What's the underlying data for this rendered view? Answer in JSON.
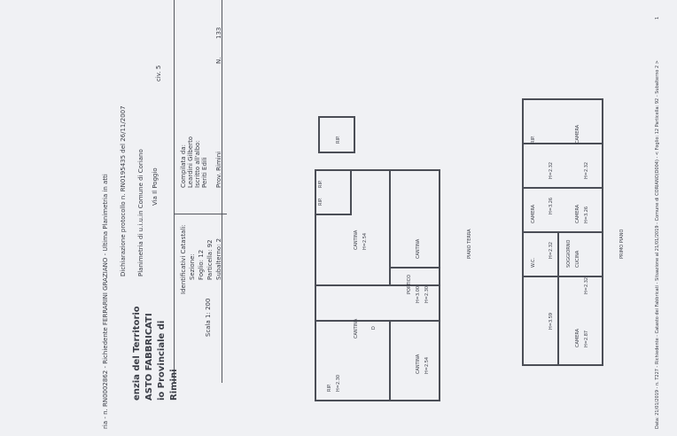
{
  "header": {
    "line1": "ria - n. RN0002862 - Richiedente FERRARINI GRAZIANO - Ultima Planimetria in atti",
    "line2": "Dichiarazione protocollo n. RN0195435 del 26/11/2007",
    "line3": "Planimetria di u.i.u.in Comune di Coriano",
    "line4": "Via Il Poggio",
    "civ": "civ. 5"
  },
  "agency": {
    "l1": "enzia del Territorio",
    "l2": "ASTO FABBRICATI",
    "l3": "io Provinciale di",
    "l4": "Rimini"
  },
  "cadastral": {
    "heading": "Identificativi Catastali:",
    "sezione": "Sezione:",
    "foglio": "Foglio: 12",
    "particella": "Particella: 92",
    "subalterno": "Subalterno: 2"
  },
  "compiler": {
    "l1": "Compilata da:",
    "l2": "Leardini Gilberto",
    "l3": "Iscritto all'albo:",
    "l4": "Periti Edili",
    "prov": "Prov. Rimini",
    "num_label": "N.",
    "num": "133"
  },
  "scale": "Scala 1: 200",
  "footer_line": "Data: 21/01/2019 - n. T227 - Richiedente - Catasto dei Fabbricati - Situazione al 21/01/2019 - Comune di CORIANO(D004) - < Foglio: 12 Particella: 92 - Subalterno 2 >",
  "footer_right": "dei Fabbricati - Situazione al 21/01/2019 - Comune di CORIANO(D004) - < Foglio: 12 Particella: 92 - Subalterno 2 >",
  "page_mark": "1",
  "ground_floor": {
    "title": "PIANO TERRA",
    "rooms": {
      "rip1": "RIP.",
      "rip2": "RIP.",
      "rip3": "RIP.",
      "cantina_a": "CANTINA",
      "cantina_a_h": "H=2.54",
      "cantina_b": "CANTINA",
      "cantina_c": "CANTINA",
      "cantina_c_h": "H=2.54",
      "cantina_d": "CANTINA",
      "portico": "PORTICO",
      "portico_h1": "H=3.00",
      "portico_h2": "H=2.30",
      "rip4": "RIP.",
      "rip4_h": "H=2.30",
      "d": "D"
    }
  },
  "first_floor": {
    "title": "PRIMO PIANO",
    "rooms": {
      "rip": "RIP.",
      "camera1": "CAMERA",
      "camera2": "CAMERA",
      "camera2_h": "H=3.26",
      "camera3": "CAMERA",
      "camera4": "CAMERA",
      "camera4_h": "H=2.87",
      "wc": "W.C.",
      "soggiorno": "SOGGIORNO",
      "cucina": "CUCINA",
      "h1": "H=2.32",
      "h2": "H=2.32",
      "h3": "H=3.26",
      "h4": "H=2.32",
      "h5": "H=3.59",
      "h6": "H=2.32"
    }
  }
}
